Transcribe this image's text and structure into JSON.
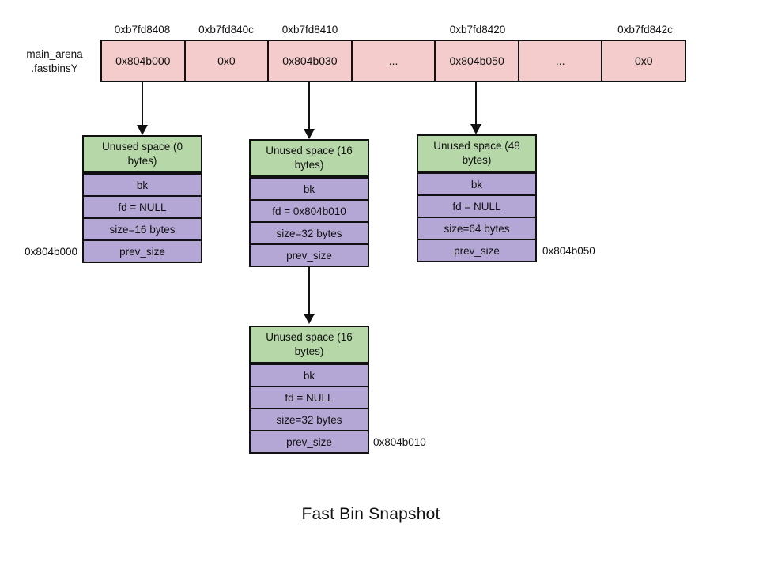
{
  "title": "Fast Bin Snapshot",
  "arena": {
    "line1": "main_arena",
    "line2": ".fastbinsY"
  },
  "addresses": [
    "0xb7fd8408",
    "0xb7fd840c",
    "0xb7fd8410",
    "0xb7fd8420",
    "0xb7fd842c"
  ],
  "array": {
    "cells": [
      "0x804b000",
      "0x0",
      "0x804b030",
      "...",
      "0x804b050",
      "...",
      "0x0"
    ]
  },
  "chunks": [
    {
      "header": "Unused space (0 bytes)",
      "rows": [
        "bk",
        "fd = NULL",
        "size=16 bytes",
        "prev_size"
      ],
      "label": "0x804b000"
    },
    {
      "header": "Unused space (16 bytes)",
      "rows": [
        "bk",
        "fd = 0x804b010",
        "size=32 bytes",
        "prev_size"
      ],
      "label": ""
    },
    {
      "header": "Unused space (48 bytes)",
      "rows": [
        "bk",
        "fd = NULL",
        "size=64 bytes",
        "prev_size"
      ],
      "label": "0x804b050"
    },
    {
      "header": "Unused space (16 bytes)",
      "rows": [
        "bk",
        "fd = NULL",
        "size=32 bytes",
        "prev_size"
      ],
      "label": "0x804b010"
    }
  ],
  "colors": {
    "array_fill": "#f4cccc",
    "chunk_header_fill": "#b6d7a8",
    "chunk_row_fill": "#b4a7d6",
    "border": "#111111",
    "background": "#ffffff"
  }
}
